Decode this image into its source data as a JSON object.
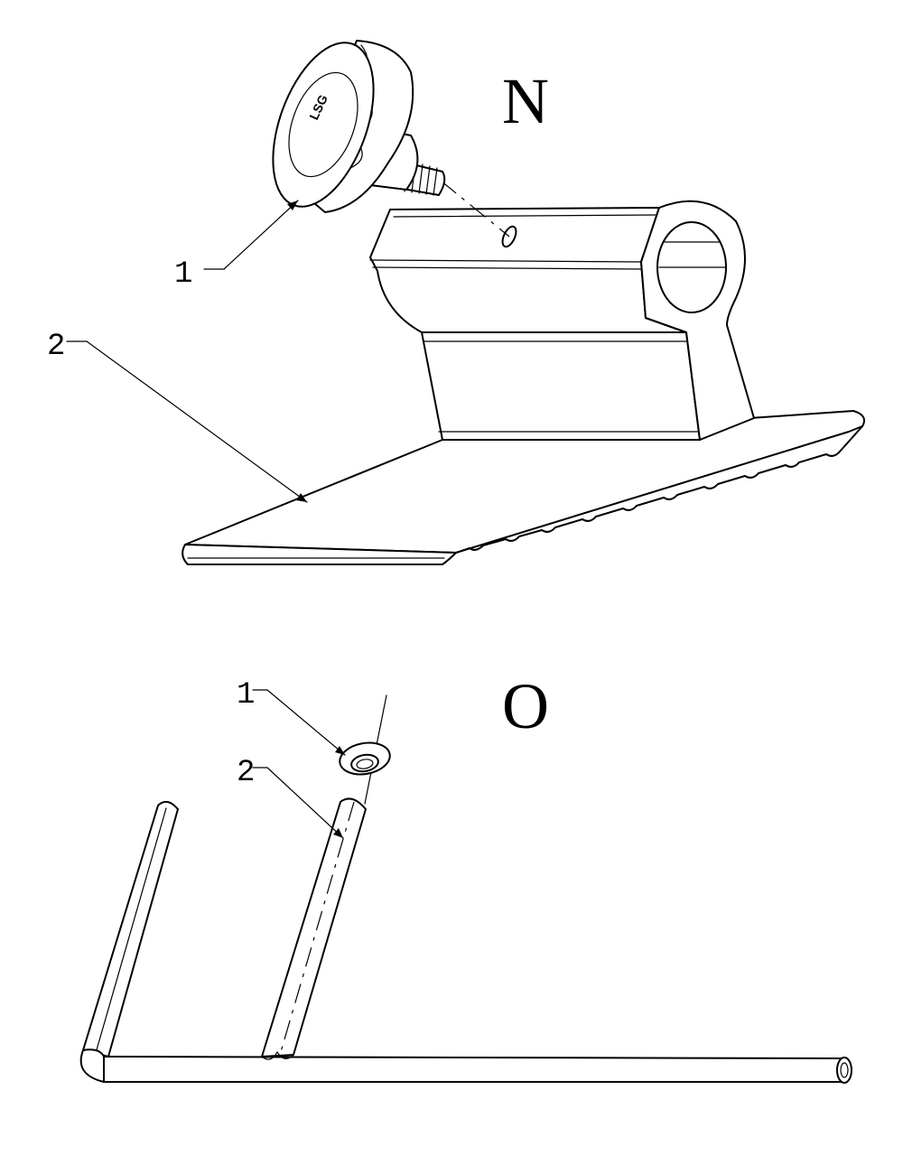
{
  "figures": [
    {
      "letter": "N",
      "callouts": [
        {
          "number": "1"
        },
        {
          "number": "2"
        }
      ],
      "logo_text": "LSG"
    },
    {
      "letter": "O",
      "callouts": [
        {
          "number": "1"
        },
        {
          "number": "2"
        }
      ]
    }
  ]
}
